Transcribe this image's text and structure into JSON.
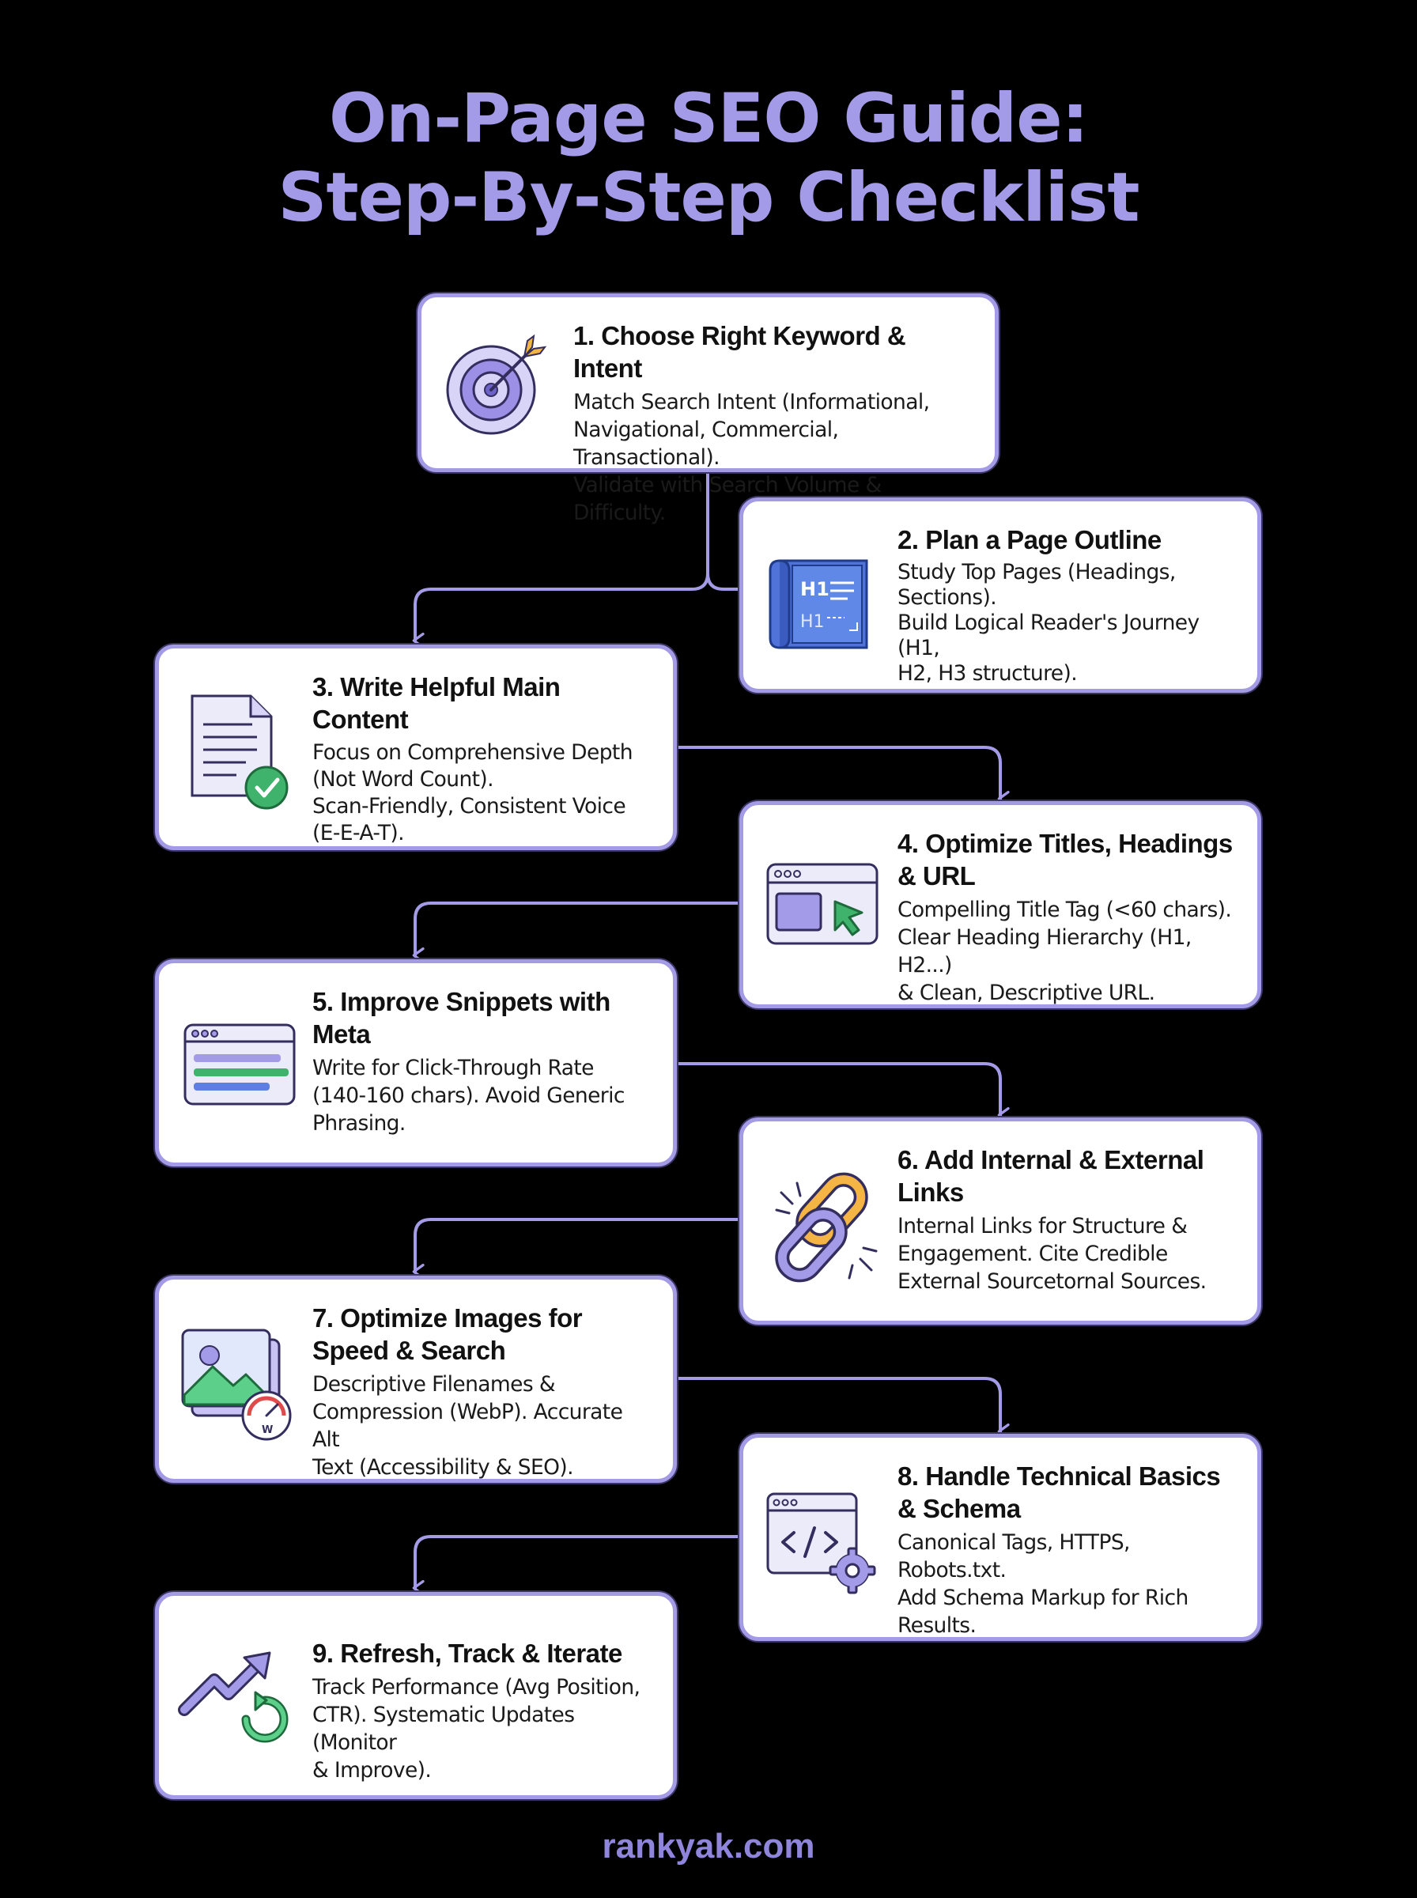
{
  "title": {
    "line1": "On-Page SEO Guide:",
    "line2": "Step-By-Step Checklist"
  },
  "steps": [
    {
      "title": "1. Choose Right Keyword & Intent",
      "body": [
        "Match Search Intent (Informational,",
        "Navigational, Commercial, Transactional).",
        "Validate with Search Volume & Difficulty."
      ],
      "icon": "target-icon"
    },
    {
      "title": "2. Plan a Page Outline",
      "body": [
        "Study Top Pages (Headings,",
        "Sections).",
        "Build Logical Reader's Journey (H1,",
        "H2, H3 structure)."
      ],
      "icon": "blueprint-outline-icon"
    },
    {
      "title": "3. Write Helpful Main Content",
      "body": [
        "Focus on Comprehensive Depth",
        "(Not Word Count).",
        "Scan-Friendly, Consistent Voice",
        "(E-E-A-T)."
      ],
      "icon": "document-check-icon"
    },
    {
      "title": "4. Optimize Titles, Headings & URL",
      "body": [
        "Compelling Title Tag (<60 chars).",
        "Clear Heading Hierarchy (H1, H2...)",
        "& Clean, Descriptive URL."
      ],
      "icon": "browser-cursor-icon"
    },
    {
      "title": "5. Improve Snippets with Meta",
      "body": [
        "Write for Click-Through Rate",
        "(140-160 chars). Avoid Generic",
        "Phrasing."
      ],
      "icon": "snippet-window-icon"
    },
    {
      "title": "6. Add Internal & External Links",
      "body": [
        "Internal Links for Structure &",
        "Engagement. Cite Credible",
        "External Sourcetornal Sources."
      ],
      "icon": "chain-link-icon"
    },
    {
      "title": "7. Optimize Images for Speed & Search",
      "body": [
        "Descriptive Filenames &",
        "Compression (WebP). Accurate Alt",
        "Text (Accessibility & SEO)."
      ],
      "icon": "image-speed-icon",
      "badge": "W"
    },
    {
      "title": "8. Handle Technical Basics & Schema",
      "body": [
        "Canonical Tags, HTTPS, Robots.txt.",
        "Add Schema Markup for Rich",
        "Results."
      ],
      "icon": "code-gear-icon"
    },
    {
      "title": "9. Refresh, Track & Iterate",
      "body": [
        "Track Performance (Avg Position,",
        "CTR). Systematic Updates (Monitor",
        "& Improve)."
      ],
      "icon": "trend-refresh-icon"
    }
  ],
  "footer": "rankyak.com",
  "colors": {
    "accent": "#a39ae8",
    "card_border": "#a49be6",
    "background": "#000000",
    "blue_icon": "#4f73d8",
    "green_check": "#3fb36b"
  }
}
